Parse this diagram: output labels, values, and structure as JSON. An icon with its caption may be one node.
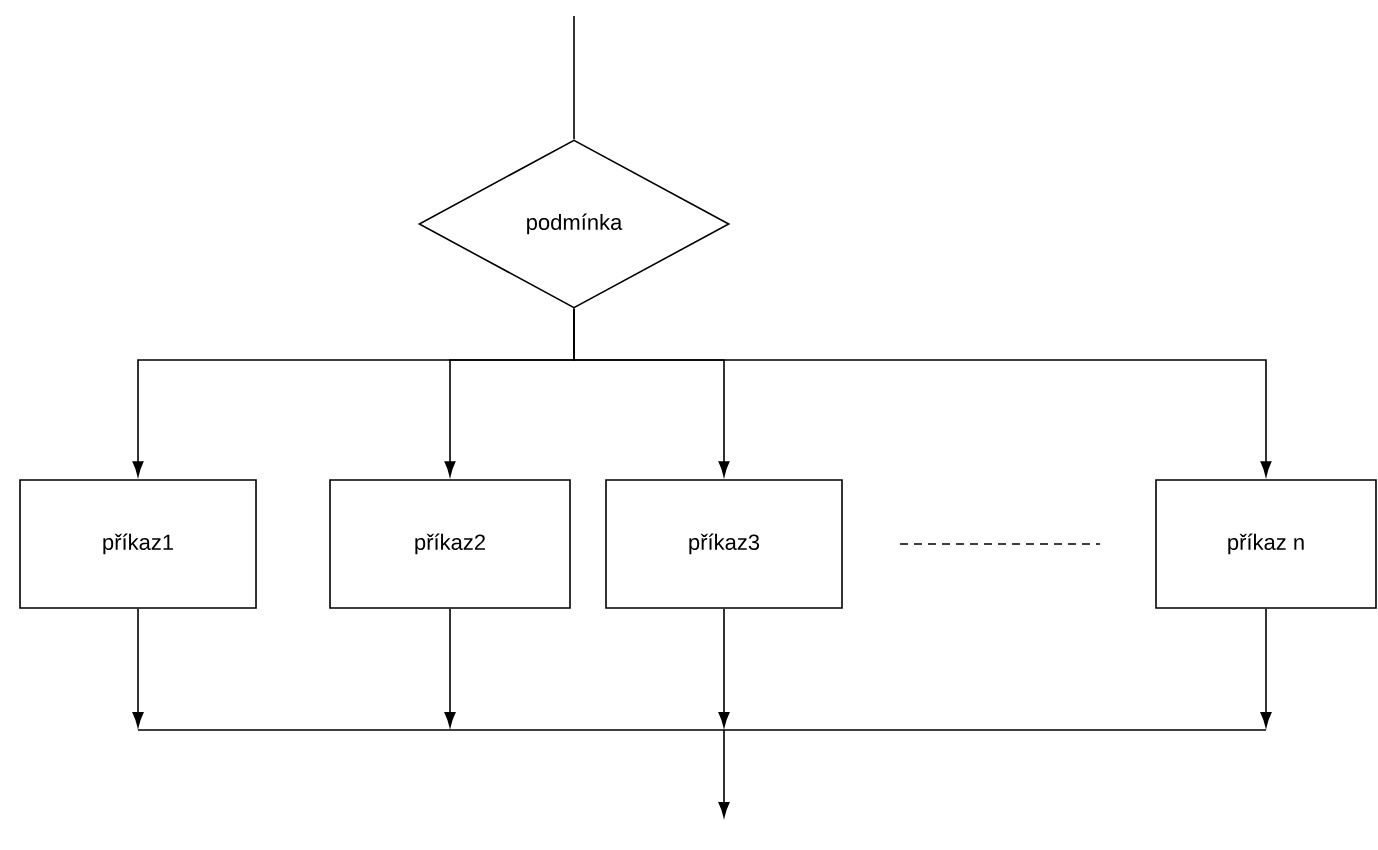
{
  "diagram": {
    "nodes": [
      {
        "text": [
          "podmínka"
        ]
      },
      {
        "text": [
          "příkaz1"
        ]
      },
      {
        "text": [
          "příkaz2"
        ]
      },
      {
        "text": [
          "příkaz3"
        ]
      },
      {
        "text": [
          "příkaz n"
        ]
      }
    ],
    "edges": [
      {
        "from": null,
        "to": 0,
        "arrow": "none"
      },
      {
        "from": 0,
        "to": 1,
        "arrow": "to"
      },
      {
        "from": 0,
        "to": 2,
        "arrow": "to"
      },
      {
        "from": 0,
        "to": 3,
        "arrow": "to"
      },
      {
        "from": 0,
        "to": 4,
        "arrow": "to"
      },
      {
        "from": 1,
        "to": null,
        "arrow": "to"
      },
      {
        "from": 2,
        "to": null,
        "arrow": "to"
      },
      {
        "from": 3,
        "to": null,
        "arrow": "to"
      },
      {
        "from": 4,
        "to": null,
        "arrow": "to"
      }
    ]
  }
}
